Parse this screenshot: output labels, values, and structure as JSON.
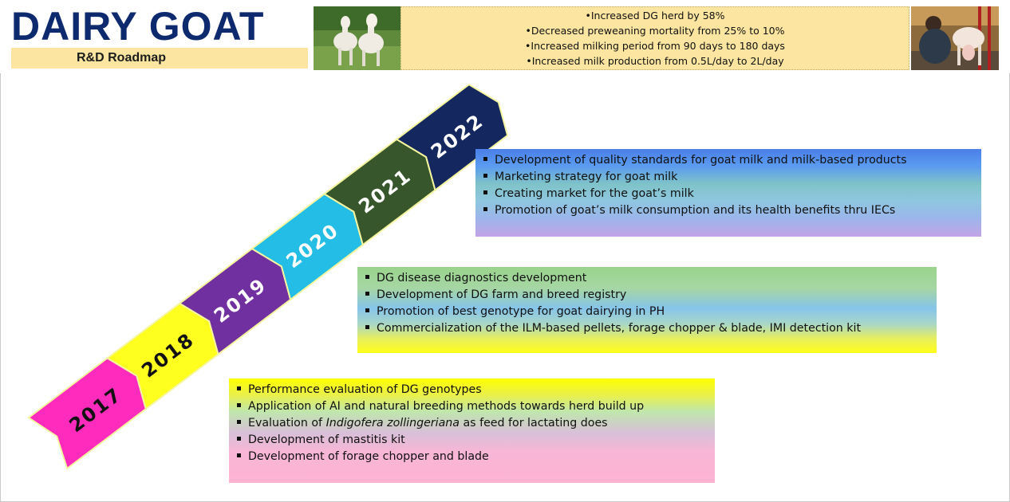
{
  "header": {
    "title": "DAIRY GOAT",
    "subtitle": "R&D Roadmap",
    "achievements": [
      "•Increased DG herd by 58%",
      "•Decreased preweaning mortality from 25% to 10%",
      "•Increased milking period from 90 days to 180 days",
      "•Increased milk production from 0.5L/day to 2L/day"
    ],
    "photos": [
      "goats-photo",
      "milking-photo"
    ]
  },
  "timeline": {
    "years": [
      "2017",
      "2018",
      "2019",
      "2020",
      "2021",
      "2022"
    ],
    "colors": [
      "#ff2bbd",
      "#ffff1f",
      "#7030a0",
      "#23bde6",
      "#38562b",
      "#14275e"
    ]
  },
  "boxes": {
    "phase_2021": {
      "items": [
        "Development of  quality standards for goat milk and milk-based products",
        "Marketing strategy for goat milk",
        "Creating market for the goat’s milk",
        "Promotion of goat’s milk consumption    and its health benefits thru IECs"
      ]
    },
    "phase_2019": {
      "items": [
        "DG disease diagnostics development",
        "Development of  DG farm and breed registry",
        "Promotion of best genotype for goat dairying in PH",
        "Commercialization of the ILM-based pellets, forage chopper & blade, IMI detection kit"
      ]
    },
    "phase_2017": {
      "items": [
        "Performance evaluation of DG genotypes",
        "Application of AI and natural breeding methods towards herd build up",
        "Evaluation of ",
        "Development of mastitis kit",
        "Development of forage chopper and blade"
      ],
      "italic_species": "Indigofera zollingeriana",
      "item3_suffix": " as feed for lactating does"
    }
  }
}
